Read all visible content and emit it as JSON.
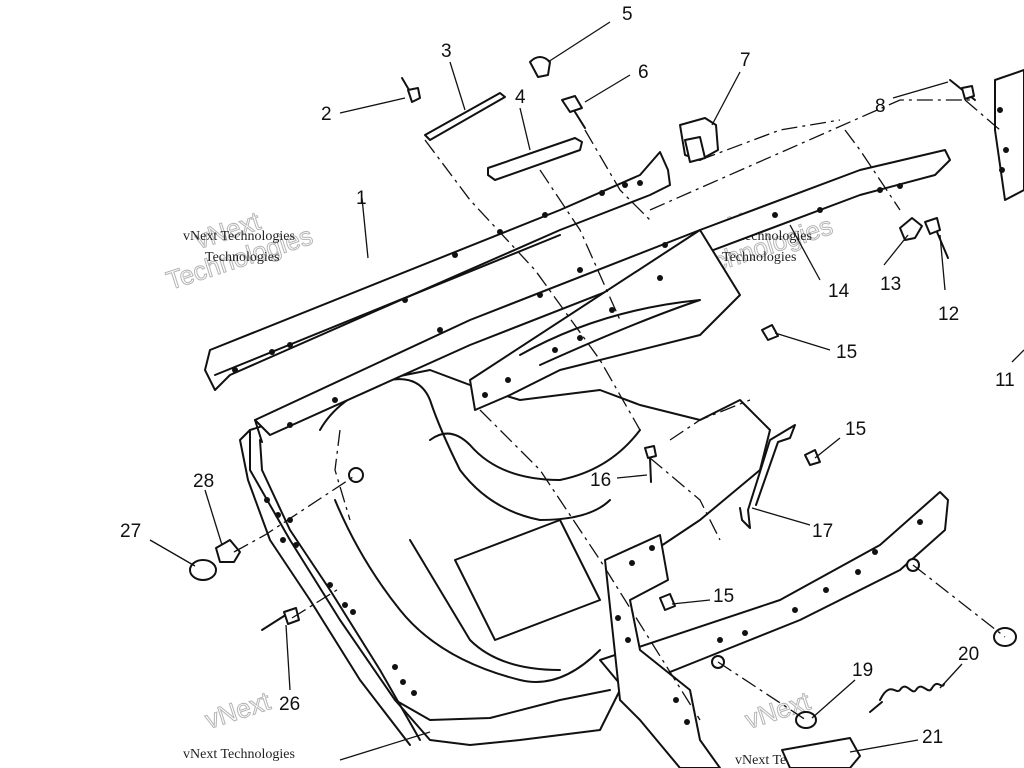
{
  "callouts": [
    "1",
    "2",
    "3",
    "4",
    "5",
    "6",
    "7",
    "8",
    "11",
    "12",
    "13",
    "14",
    "15",
    "15",
    "15",
    "16",
    "17",
    "19",
    "20",
    "21",
    "26",
    "27",
    "28"
  ],
  "watermark": {
    "line1": "vNext",
    "line2": "Technologies",
    "caption": "vNext Technologies"
  }
}
